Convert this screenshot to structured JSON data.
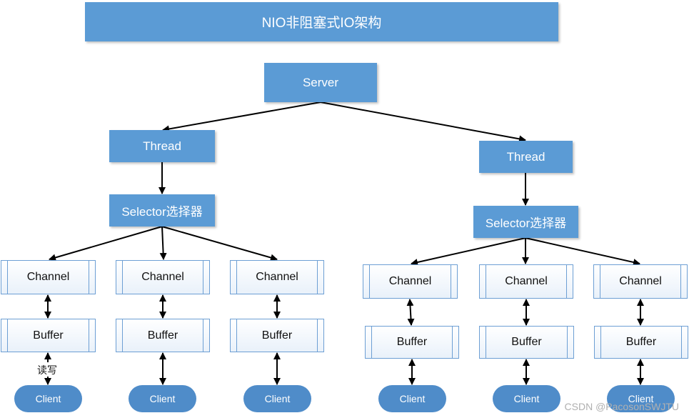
{
  "title": "NIO非阻塞式IO架构",
  "server": "Server",
  "left": {
    "thread": "Thread",
    "selector": "Selector选择器",
    "channels": [
      "Channel",
      "Channel",
      "Channel"
    ],
    "buffers": [
      "Buffer",
      "Buffer",
      "Buffer"
    ],
    "clients": [
      "Client",
      "Client",
      "Client"
    ],
    "rw_label": "读写"
  },
  "right": {
    "thread": "Thread",
    "selector": "Selector选择器",
    "channels": [
      "Channel",
      "Channel",
      "Channel"
    ],
    "buffers": [
      "Buffer",
      "Buffer",
      "Buffer"
    ],
    "clients": [
      "Client",
      "Client",
      "Client"
    ]
  },
  "watermark": "CSDN @PacosonSWJTU",
  "colors": {
    "box": "#5b9bd5",
    "client": "#4f8cc9",
    "border": "#6d9fd4"
  }
}
